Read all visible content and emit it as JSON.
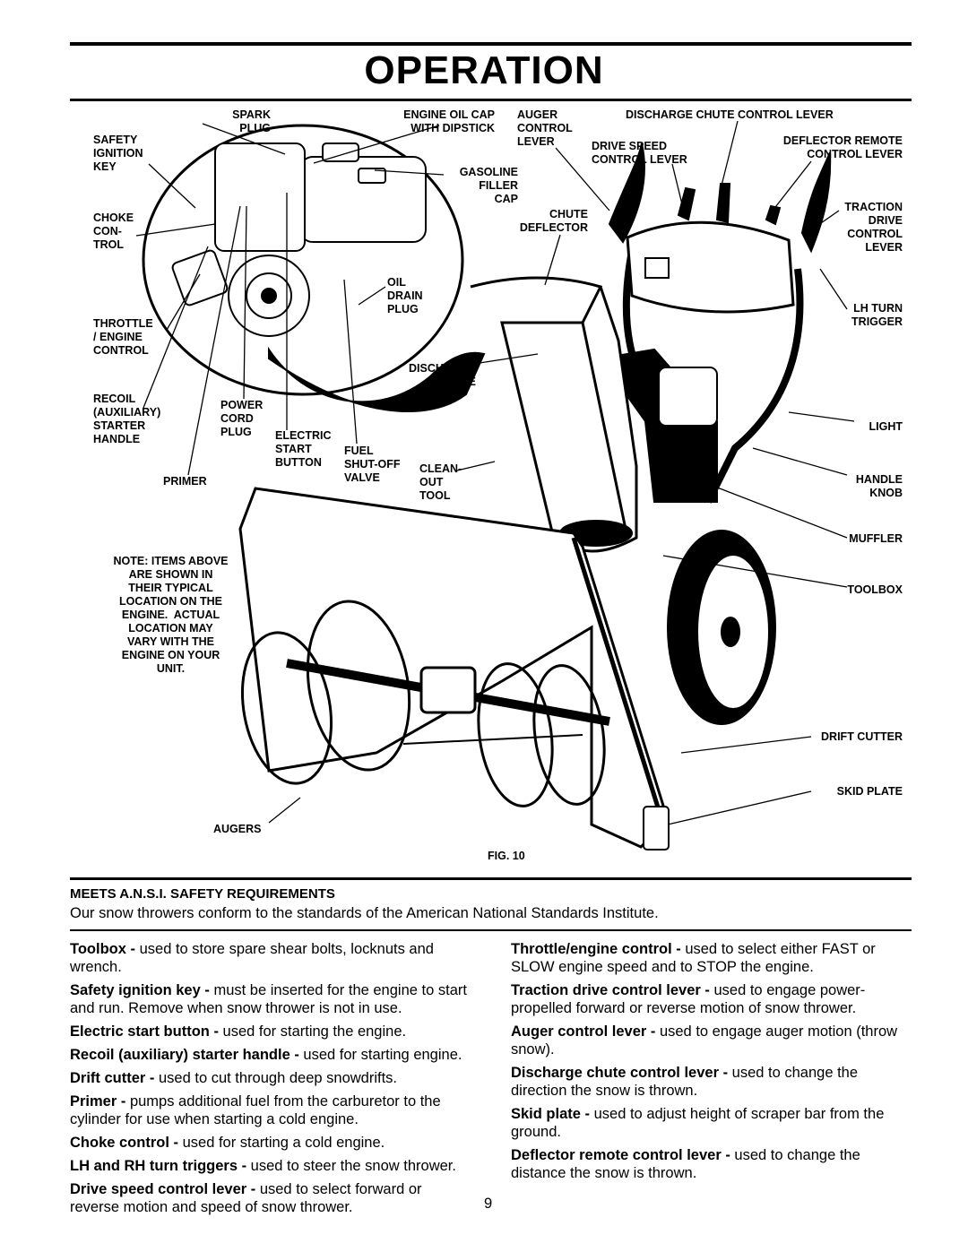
{
  "page": {
    "title": "OPERATION",
    "page_number": "9",
    "figure_caption": "FIG. 10"
  },
  "labels": {
    "spark_plug": "SPARK\nPLUG",
    "safety_ignition_key": "SAFETY\nIGNITION\nKEY",
    "choke_control": "CHOKE\nCON-\nTROL",
    "throttle_engine_control": "THROTTLE\n/ ENGINE\nCONTROL",
    "recoil_starter": "RECOIL\n(AUXILIARY)\nSTARTER\nHANDLE",
    "power_cord_plug": "POWER\nCORD\nPLUG",
    "electric_start_button": "ELECTRIC\nSTART\nBUTTON",
    "fuel_shutoff_valve": "FUEL\nSHUT-OFF\nVALVE",
    "primer": "PRIMER",
    "engine_oil_cap": "ENGINE OIL CAP\nWITH DIPSTICK",
    "gasoline_filler_cap": "GASOLINE\nFILLER\nCAP",
    "oil_drain_plug": "OIL\nDRAIN\nPLUG",
    "discharge_chute": "DISCHARGE\nCHUTE",
    "clean_out_tool": "CLEAN-\nOUT\nTOOL",
    "auger_control_lever": "AUGER\nCONTROL\nLEVER",
    "chute_deflector": "CHUTE\nDEFLECTOR",
    "discharge_chute_control_lever": "DISCHARGE CHUTE CONTROL LEVER",
    "drive_speed_control_lever": "DRIVE SPEED\nCONTROL LEVER",
    "deflector_remote_control_lever": "DEFLECTOR REMOTE\nCONTROL LEVER",
    "traction_drive_control_lever": "TRACTION\nDRIVE\nCONTROL\nLEVER",
    "lh_turn_trigger": "LH TURN\nTRIGGER",
    "light": "LIGHT",
    "handle_knob": "HANDLE\nKNOB",
    "muffler": "MUFFLER",
    "toolbox": "TOOLBOX",
    "drift_cutter": "DRIFT CUTTER",
    "skid_plate": "SKID PLATE",
    "augers": "AUGERS",
    "note": "NOTE: ITEMS ABOVE\nARE SHOWN IN\nTHEIR TYPICAL\nLOCATION ON THE\nENGINE.  ACTUAL\nLOCATION MAY\nVARY WITH THE\nENGINE ON YOUR\nUNIT."
  },
  "ansi": {
    "heading": "MEETS A.N.S.I. SAFETY REQUIREMENTS",
    "text": "Our snow throwers conform to the standards of the American National Standards Institute."
  },
  "left_column": [
    {
      "term": "Toolbox - ",
      "desc": "used to store spare shear bolts, locknuts and wrench."
    },
    {
      "term": "Safety ignition key - ",
      "desc": "must be inserted for the engine to start and run.  Remove when snow thrower is not in use."
    },
    {
      "term": "Electric start button - ",
      "desc": "used for starting the engine."
    },
    {
      "term": "Recoil (auxiliary) starter handle - ",
      "desc": "used for starting engine."
    },
    {
      "term": "Drift cutter - ",
      "desc": "used to cut through deep snowdrifts."
    },
    {
      "term": "Primer - ",
      "desc": "pumps additional fuel from the carburetor to the cylinder for use when starting a cold engine."
    },
    {
      "term": "Choke control - ",
      "desc": "used for starting a cold engine."
    },
    {
      "term": "LH and RH turn triggers - ",
      "desc": "used to steer the snow thrower."
    },
    {
      "term": "Drive speed control lever - ",
      "desc": "used to select forward or reverse motion and speed of snow thrower."
    }
  ],
  "right_column": [
    {
      "term": "Throttle/engine control - ",
      "desc": "used to select either FAST or SLOW engine speed and to STOP the engine."
    },
    {
      "term": "Traction drive control lever - ",
      "desc": "used to engage power-propelled forward or reverse motion of snow thrower."
    },
    {
      "term": "Auger control lever - ",
      "desc": "used to engage auger motion (throw snow)."
    },
    {
      "term": "Discharge chute control lever - ",
      "desc": "used to change the direction the snow is thrown."
    },
    {
      "term": "Skid plate - ",
      "desc": "used to adjust height of scraper bar from the ground."
    },
    {
      "term": "Deflector remote control lever - ",
      "desc": "used to change the distance the snow is thrown."
    }
  ]
}
